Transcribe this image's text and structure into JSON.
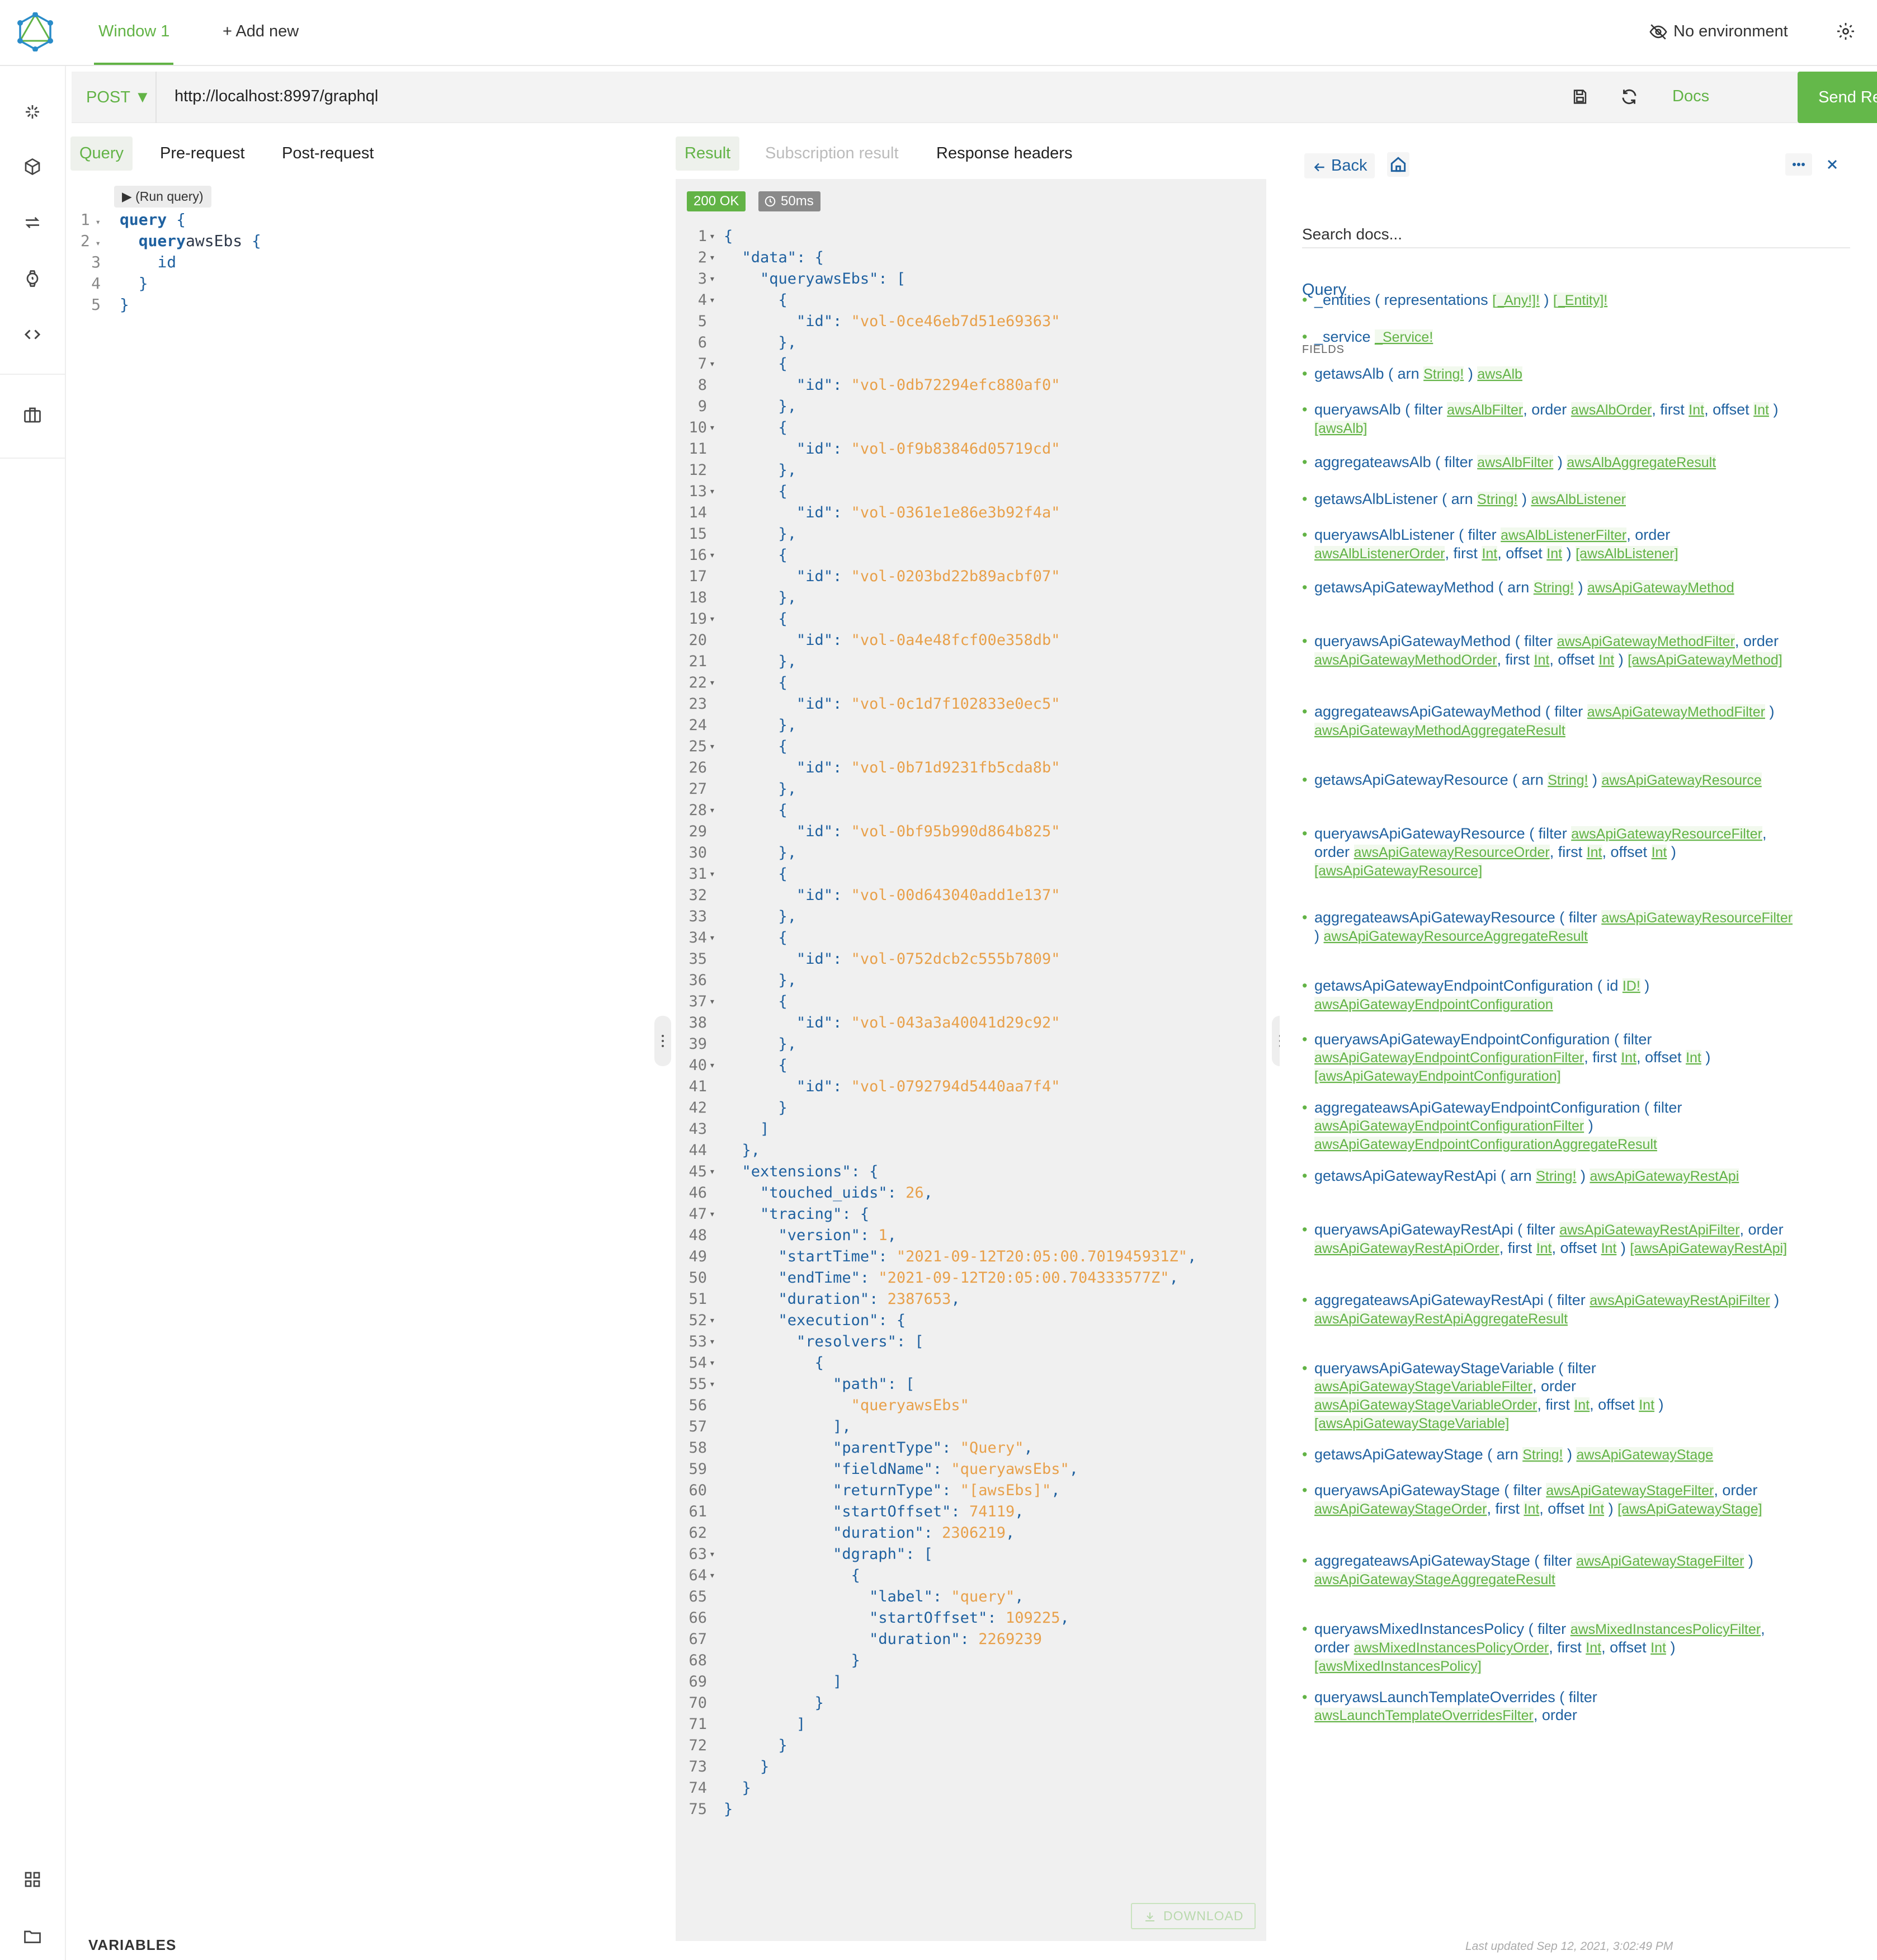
{
  "header": {
    "tabs": [
      {
        "label": "Window 1"
      }
    ],
    "add_tab_label": "+ Add new",
    "environment_label": "No environment",
    "accent_color": "#62b346",
    "link_color": "#1f61a0"
  },
  "sidebar": {
    "icons": [
      "sparkle-icon",
      "cube-icon",
      "sync-icon",
      "watch-icon",
      "code-icon",
      "briefcase-icon",
      "grid-icon",
      "folder-icon"
    ]
  },
  "urlbar": {
    "method": "POST",
    "url": "http://localhost:8997/graphql",
    "docs_label": "Docs",
    "send_label": "Send Request"
  },
  "query_pane": {
    "tabs": {
      "query": "Query",
      "pre": "Pre-request",
      "post": "Post-request"
    },
    "run_label": "(Run query)",
    "lines": [
      {
        "n": "1",
        "text": "query {"
      },
      {
        "n": "2",
        "text": "  queryawsEbs {"
      },
      {
        "n": "3",
        "text": "    id"
      },
      {
        "n": "4",
        "text": "  }"
      },
      {
        "n": "5",
        "text": "}"
      }
    ],
    "variables_label": "VARIABLES"
  },
  "result_pane": {
    "tabs": {
      "result": "Result",
      "subscription": "Subscription result",
      "headers": "Response headers"
    },
    "status": "200 OK",
    "timing": "50ms",
    "download_label": "DOWNLOAD",
    "lines": [
      "{",
      "  \"data\": {",
      "    \"queryawsEbs\": [",
      "      {",
      "        \"id\": \"vol-0ce46eb7d51e69363\"",
      "      },",
      "      {",
      "        \"id\": \"vol-0db72294efc880af0\"",
      "      },",
      "      {",
      "        \"id\": \"vol-0f9b83846d05719cd\"",
      "      },",
      "      {",
      "        \"id\": \"vol-0361e1e86e3b92f4a\"",
      "      },",
      "      {",
      "        \"id\": \"vol-0203bd22b89acbf07\"",
      "      },",
      "      {",
      "        \"id\": \"vol-0a4e48fcf00e358db\"",
      "      },",
      "      {",
      "        \"id\": \"vol-0c1d7f102833e0ec5\"",
      "      },",
      "      {",
      "        \"id\": \"vol-0b71d9231fb5cda8b\"",
      "      },",
      "      {",
      "        \"id\": \"vol-0bf95b990d864b825\"",
      "      },",
      "      {",
      "        \"id\": \"vol-00d643040add1e137\"",
      "      },",
      "      {",
      "        \"id\": \"vol-0752dcb2c555b7809\"",
      "      },",
      "      {",
      "        \"id\": \"vol-043a3a40041d29c92\"",
      "      },",
      "      {",
      "        \"id\": \"vol-0792794d5440aa7f4\"",
      "      }",
      "    ]",
      "  },",
      "  \"extensions\": {",
      "    \"touched_uids\": 26,",
      "    \"tracing\": {",
      "      \"version\": 1,",
      "      \"startTime\": \"2021-09-12T20:05:00.701945931Z\",",
      "      \"endTime\": \"2021-09-12T20:05:00.704333577Z\",",
      "      \"duration\": 2387653,",
      "      \"execution\": {",
      "        \"resolvers\": [",
      "          {",
      "            \"path\": [",
      "              \"queryawsEbs\"",
      "            ],",
      "            \"parentType\": \"Query\",",
      "            \"fieldName\": \"queryawsEbs\",",
      "            \"returnType\": \"[awsEbs]\",",
      "            \"startOffset\": 74119,",
      "            \"duration\": 2306219,",
      "            \"dgraph\": [",
      "              {",
      "                \"label\": \"query\",",
      "                \"startOffset\": 109225,",
      "                \"duration\": 2269239",
      "              }",
      "            ]",
      "          }",
      "        ]",
      "      }",
      "    }",
      "  }",
      "}"
    ]
  },
  "docs_panel": {
    "back_label": "Back",
    "search_placeholder": "Search docs...",
    "breadcrumb": "Query",
    "fields_label": "FIELDS",
    "fields": [
      [
        [
          "f",
          "_entities"
        ],
        [
          "p",
          " ( representations "
        ],
        [
          "t",
          "[_Any!]!"
        ],
        [
          "p",
          " ) "
        ],
        [
          "t",
          "[_Entity]!"
        ]
      ],
      [
        [
          "f",
          "_service"
        ],
        [
          "p",
          " "
        ],
        [
          "t",
          "_Service!"
        ]
      ],
      [
        [
          "f",
          "getawsAlb"
        ],
        [
          "p",
          " ( arn "
        ],
        [
          "t",
          "String!"
        ],
        [
          "p",
          " ) "
        ],
        [
          "t",
          "awsAlb"
        ]
      ],
      [
        [
          "f",
          "queryawsAlb"
        ],
        [
          "p",
          " ( filter "
        ],
        [
          "t",
          "awsAlbFilter"
        ],
        [
          "p",
          ", order "
        ],
        [
          "t",
          "awsAlbOrder"
        ],
        [
          "p",
          ", first "
        ],
        [
          "t",
          "Int"
        ],
        [
          "p",
          ", offset "
        ],
        [
          "t",
          "Int"
        ],
        [
          "p",
          " ) "
        ],
        [
          "t",
          "[awsAlb]"
        ]
      ],
      [
        [
          "f",
          "aggregateawsAlb"
        ],
        [
          "p",
          " ( filter "
        ],
        [
          "t",
          "awsAlbFilter"
        ],
        [
          "p",
          " ) "
        ],
        [
          "t",
          "awsAlbAggregateResult"
        ]
      ],
      [
        [
          "f",
          "getawsAlbListener"
        ],
        [
          "p",
          " ( arn "
        ],
        [
          "t",
          "String!"
        ],
        [
          "p",
          " ) "
        ],
        [
          "t",
          "awsAlbListener"
        ]
      ],
      [
        [
          "f",
          "queryawsAlbListener"
        ],
        [
          "p",
          " ( filter "
        ],
        [
          "t",
          "awsAlbListenerFilter"
        ],
        [
          "p",
          ", order "
        ],
        [
          "t",
          "awsAlbListenerOrder"
        ],
        [
          "p",
          ", first "
        ],
        [
          "t",
          "Int"
        ],
        [
          "p",
          ", offset "
        ],
        [
          "t",
          "Int"
        ],
        [
          "p",
          " ) "
        ],
        [
          "t",
          "[awsAlbListener]"
        ]
      ],
      [
        [
          "f",
          "getawsApiGatewayMethod"
        ],
        [
          "p",
          " ( arn "
        ],
        [
          "t",
          "String!"
        ],
        [
          "p",
          " ) "
        ],
        [
          "t",
          "awsApiGatewayMethod"
        ]
      ],
      [
        [
          "f",
          "queryawsApiGatewayMethod"
        ],
        [
          "p",
          " ( filter "
        ],
        [
          "t",
          "awsApiGatewayMethodFilter"
        ],
        [
          "p",
          ", order "
        ],
        [
          "t",
          "awsApiGatewayMethodOrder"
        ],
        [
          "p",
          ", first "
        ],
        [
          "t",
          "Int"
        ],
        [
          "p",
          ", offset "
        ],
        [
          "t",
          "Int"
        ],
        [
          "p",
          " ) "
        ],
        [
          "t",
          "[awsApiGatewayMethod]"
        ]
      ],
      [
        [
          "f",
          "aggregateawsApiGatewayMethod"
        ],
        [
          "p",
          " ( filter "
        ],
        [
          "t",
          "awsApiGatewayMethodFilter"
        ],
        [
          "p",
          " ) "
        ],
        [
          "t",
          "awsApiGatewayMethodAggregateResult"
        ]
      ],
      [
        [
          "f",
          "getawsApiGatewayResource"
        ],
        [
          "p",
          " ( arn "
        ],
        [
          "t",
          "String!"
        ],
        [
          "p",
          " ) "
        ],
        [
          "t",
          "awsApiGatewayResource"
        ]
      ],
      [
        [
          "f",
          "queryawsApiGatewayResource"
        ],
        [
          "p",
          " ( filter "
        ],
        [
          "t",
          "awsApiGatewayResourceFilter"
        ],
        [
          "p",
          ", order "
        ],
        [
          "t",
          "awsApiGatewayResourceOrder"
        ],
        [
          "p",
          ", first "
        ],
        [
          "t",
          "Int"
        ],
        [
          "p",
          ", offset "
        ],
        [
          "t",
          "Int"
        ],
        [
          "p",
          " ) "
        ],
        [
          "t",
          "[awsApiGatewayResource]"
        ]
      ],
      [
        [
          "f",
          "aggregateawsApiGatewayResource"
        ],
        [
          "p",
          " ( filter "
        ],
        [
          "t",
          "awsApiGatewayResourceFilter"
        ],
        [
          "p",
          " ) "
        ],
        [
          "t",
          "awsApiGatewayResourceAggregateResult"
        ]
      ],
      [
        [
          "f",
          "getawsApiGatewayEndpointConfiguration"
        ],
        [
          "p",
          " ( id "
        ],
        [
          "t",
          "ID!"
        ],
        [
          "p",
          " ) "
        ],
        [
          "t",
          "awsApiGatewayEndpointConfiguration"
        ]
      ],
      [
        [
          "f",
          "queryawsApiGatewayEndpointConfiguration"
        ],
        [
          "p",
          " ( filter "
        ],
        [
          "t",
          "awsApiGatewayEndpointConfigurationFilter"
        ],
        [
          "p",
          ", first "
        ],
        [
          "t",
          "Int"
        ],
        [
          "p",
          ", offset "
        ],
        [
          "t",
          "Int"
        ],
        [
          "p",
          " ) "
        ],
        [
          "t",
          "[awsApiGatewayEndpointConfiguration]"
        ]
      ],
      [
        [
          "f",
          "aggregateawsApiGatewayEndpointConfiguration"
        ],
        [
          "p",
          " ( filter "
        ],
        [
          "t",
          "awsApiGatewayEndpointConfigurationFilter"
        ],
        [
          "p",
          " ) "
        ],
        [
          "t",
          "awsApiGatewayEndpointConfigurationAggregateResult"
        ]
      ],
      [
        [
          "f",
          "getawsApiGatewayRestApi"
        ],
        [
          "p",
          " ( arn "
        ],
        [
          "t",
          "String!"
        ],
        [
          "p",
          " ) "
        ],
        [
          "t",
          "awsApiGatewayRestApi"
        ]
      ],
      [
        [
          "f",
          "queryawsApiGatewayRestApi"
        ],
        [
          "p",
          " ( filter "
        ],
        [
          "t",
          "awsApiGatewayRestApiFilter"
        ],
        [
          "p",
          ", order "
        ],
        [
          "t",
          "awsApiGatewayRestApiOrder"
        ],
        [
          "p",
          ", first "
        ],
        [
          "t",
          "Int"
        ],
        [
          "p",
          ", offset "
        ],
        [
          "t",
          "Int"
        ],
        [
          "p",
          " ) "
        ],
        [
          "t",
          "[awsApiGatewayRestApi]"
        ]
      ],
      [
        [
          "f",
          "aggregateawsApiGatewayRestApi"
        ],
        [
          "p",
          " ( filter "
        ],
        [
          "t",
          "awsApiGatewayRestApiFilter"
        ],
        [
          "p",
          " ) "
        ],
        [
          "t",
          "awsApiGatewayRestApiAggregateResult"
        ]
      ],
      [
        [
          "f",
          "queryawsApiGatewayStageVariable"
        ],
        [
          "p",
          " ( filter "
        ],
        [
          "t",
          "awsApiGatewayStageVariableFilter"
        ],
        [
          "p",
          ", order "
        ],
        [
          "t",
          "awsApiGatewayStageVariableOrder"
        ],
        [
          "p",
          ", first "
        ],
        [
          "t",
          "Int"
        ],
        [
          "p",
          ", offset "
        ],
        [
          "t",
          "Int"
        ],
        [
          "p",
          " ) "
        ],
        [
          "t",
          "[awsApiGatewayStageVariable]"
        ]
      ],
      [
        [
          "f",
          "getawsApiGatewayStage"
        ],
        [
          "p",
          " ( arn "
        ],
        [
          "t",
          "String!"
        ],
        [
          "p",
          " ) "
        ],
        [
          "t",
          "awsApiGatewayStage"
        ]
      ],
      [
        [
          "f",
          "queryawsApiGatewayStage"
        ],
        [
          "p",
          " ( filter "
        ],
        [
          "t",
          "awsApiGatewayStageFilter"
        ],
        [
          "p",
          ", order "
        ],
        [
          "t",
          "awsApiGatewayStageOrder"
        ],
        [
          "p",
          ", first "
        ],
        [
          "t",
          "Int"
        ],
        [
          "p",
          ", offset "
        ],
        [
          "t",
          "Int"
        ],
        [
          "p",
          " ) "
        ],
        [
          "t",
          "[awsApiGatewayStage]"
        ]
      ],
      [
        [
          "f",
          "aggregateawsApiGatewayStage"
        ],
        [
          "p",
          " ( filter "
        ],
        [
          "t",
          "awsApiGatewayStageFilter"
        ],
        [
          "p",
          " ) "
        ],
        [
          "t",
          "awsApiGatewayStageAggregateResult"
        ]
      ],
      [
        [
          "f",
          "queryawsMixedInstancesPolicy"
        ],
        [
          "p",
          " ( filter "
        ],
        [
          "t",
          "awsMixedInstancesPolicyFilter"
        ],
        [
          "p",
          ", order "
        ],
        [
          "t",
          "awsMixedInstancesPolicyOrder"
        ],
        [
          "p",
          ", first "
        ],
        [
          "t",
          "Int"
        ],
        [
          "p",
          ", offset "
        ],
        [
          "t",
          "Int"
        ],
        [
          "p",
          " ) "
        ],
        [
          "t",
          "[awsMixedInstancesPolicy]"
        ]
      ],
      [
        [
          "f",
          "queryawsLaunchTemplateOverrides"
        ],
        [
          "p",
          " ( filter "
        ],
        [
          "t",
          "awsLaunchTemplateOverridesFilter"
        ],
        [
          "p",
          ", order"
        ]
      ]
    ],
    "last_updated": "Last updated Sep 12, 2021, 3:02:49 PM"
  }
}
